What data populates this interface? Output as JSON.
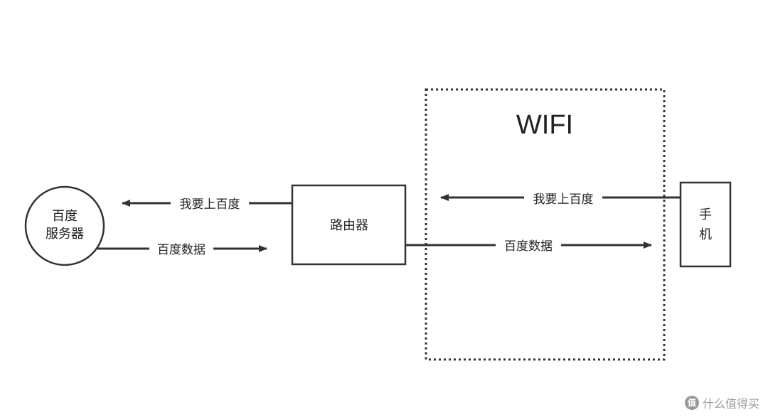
{
  "wifi_zone": {
    "title": "WIFI"
  },
  "nodes": {
    "server": {
      "line1": "百度",
      "line2": "服务器"
    },
    "router": {
      "label": "路由器"
    },
    "phone": {
      "line1": "手",
      "line2": "机"
    }
  },
  "edges": {
    "router_to_server": {
      "label": "我要上百度"
    },
    "server_to_router": {
      "label": "百度数据"
    },
    "phone_to_router": {
      "label": "我要上百度"
    },
    "router_to_phone": {
      "label": "百度数据"
    }
  },
  "watermark": {
    "text": "什么值得买",
    "logo_glyph": "值"
  },
  "colors": {
    "stroke": "#333333",
    "text": "#222222",
    "watermark": "#9a9a9a"
  }
}
